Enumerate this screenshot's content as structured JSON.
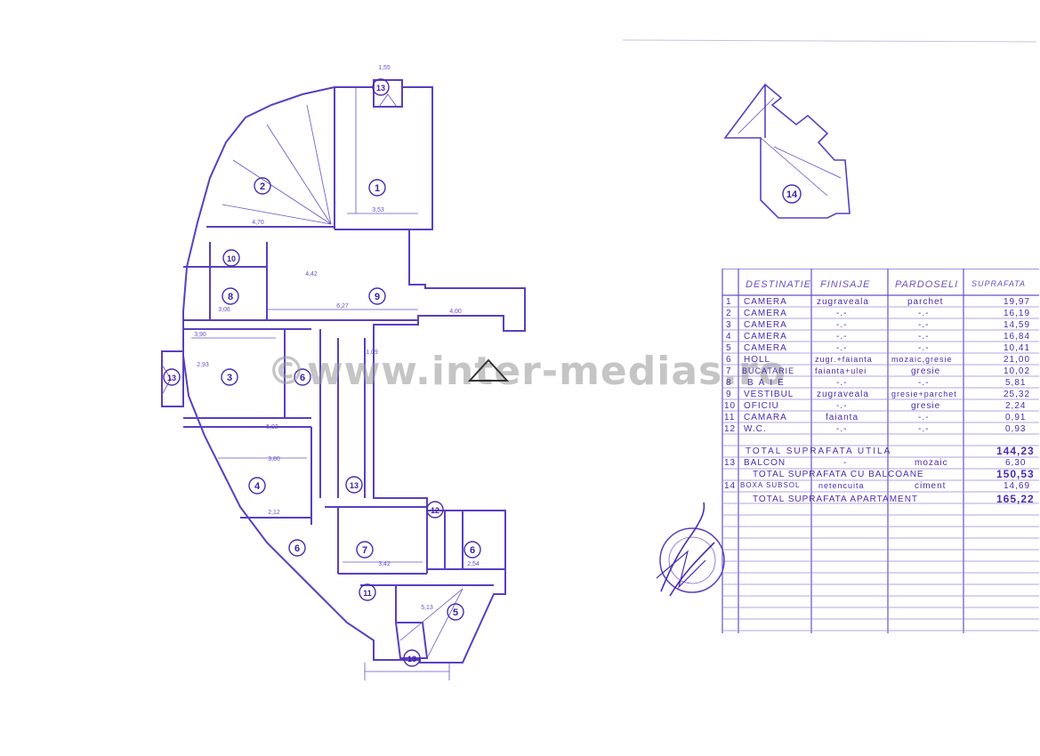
{
  "plan": {
    "rooms": [
      {
        "id": "room-1",
        "label": "1"
      },
      {
        "id": "room-2",
        "label": "2"
      },
      {
        "id": "room-3",
        "label": "3"
      },
      {
        "id": "room-4",
        "label": "4"
      },
      {
        "id": "room-5",
        "label": "5"
      },
      {
        "id": "room-6a",
        "label": "6"
      },
      {
        "id": "room-6b",
        "label": "6"
      },
      {
        "id": "room-6c",
        "label": "6"
      },
      {
        "id": "room-7",
        "label": "7"
      },
      {
        "id": "room-8",
        "label": "8"
      },
      {
        "id": "room-9",
        "label": "9"
      },
      {
        "id": "room-10",
        "label": "10"
      },
      {
        "id": "room-11",
        "label": "11"
      },
      {
        "id": "room-12",
        "label": "12"
      },
      {
        "id": "room-13a",
        "label": "13"
      },
      {
        "id": "room-13b",
        "label": "13"
      },
      {
        "id": "room-13c",
        "label": "13"
      },
      {
        "id": "room-13d",
        "label": "13"
      },
      {
        "id": "room-14",
        "label": "14"
      }
    ],
    "dims": [
      "1,55",
      "3,53",
      "4,70",
      "3,90",
      "3,80",
      "6,27",
      "4,00",
      "5,92",
      "2,12",
      "4,42",
      "3,42",
      "2,54",
      "2,93",
      "3,06",
      "5,13",
      "1,09"
    ]
  },
  "watermark": "©www.inter-medias.ro",
  "table": {
    "headers": [
      "DESTINATIE",
      "FINISAJE",
      "PARDOSELI",
      "SUPRAFATA"
    ],
    "rows": [
      {
        "nr": "1",
        "dest": "CAMERA",
        "finisaje": "zugraveala",
        "pardoseli": "parchet",
        "suprafata": "19,97"
      },
      {
        "nr": "2",
        "dest": "CAMERA",
        "finisaje": "-.-",
        "pardoseli": "-.-",
        "suprafata": "16,19"
      },
      {
        "nr": "3",
        "dest": "CAMERA",
        "finisaje": "-.-",
        "pardoseli": "-.-",
        "suprafata": "14,59"
      },
      {
        "nr": "4",
        "dest": "CAMERA",
        "finisaje": "-.-",
        "pardoseli": "-.-",
        "suprafata": "16,84"
      },
      {
        "nr": "5",
        "dest": "CAMERA",
        "finisaje": "-.-",
        "pardoseli": "-.-",
        "suprafata": "10,41"
      },
      {
        "nr": "6",
        "dest": "HOLL",
        "finisaje": "zugr.+faianta",
        "pardoseli": "mozaic,gresie",
        "suprafata": "21,00"
      },
      {
        "nr": "7",
        "dest": "BUCATARIE",
        "finisaje": "faianta+ulei",
        "pardoseli": "gresie",
        "suprafata": "10,02"
      },
      {
        "nr": "8",
        "dest": "BAIE",
        "finisaje": "-.-",
        "pardoseli": "-.-",
        "suprafata": "5,81"
      },
      {
        "nr": "9",
        "dest": "VESTIBUL",
        "finisaje": "zugraveala",
        "pardoseli": "gresie+parchet",
        "suprafata": "25,32"
      },
      {
        "nr": "10",
        "dest": "OFICIU",
        "finisaje": "-.-",
        "pardoseli": "gresie",
        "suprafata": "2,24"
      },
      {
        "nr": "11",
        "dest": "CAMARA",
        "finisaje": "faianta",
        "pardoseli": "-.-",
        "suprafata": "0,91"
      },
      {
        "nr": "12",
        "dest": "W.C.",
        "finisaje": "-.-",
        "pardoseli": "-.-",
        "suprafata": "0,93"
      }
    ],
    "total_util": {
      "label": "TOTAL SUPRAFATA UTILA",
      "value": "144,23"
    },
    "row13": {
      "nr": "13",
      "dest": "BALCON",
      "finisaje": "-",
      "pardoseli": "mozaic",
      "suprafata": "6,30"
    },
    "total_balcon": {
      "label": "TOTAL SUPRAFATA CU BALCOANE",
      "value": "150,53"
    },
    "row14": {
      "nr": "14",
      "dest": "BOXA SUBSOL",
      "finisaje": "netencuita",
      "pardoseli": "ciment",
      "suprafata": "14,69"
    },
    "total_apartament": {
      "label": "TOTAL SUPRAFATA APARTAMENT",
      "value": "165,22"
    }
  }
}
